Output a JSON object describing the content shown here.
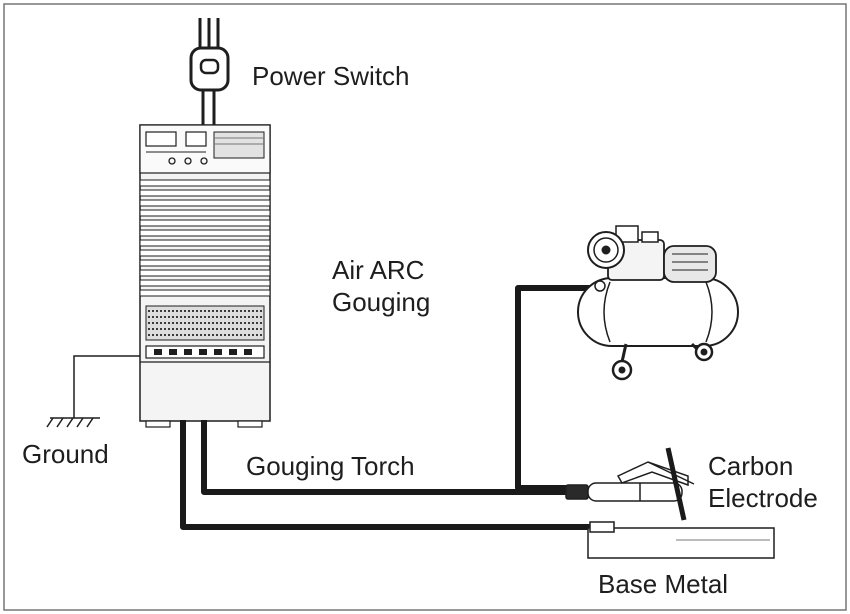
{
  "labels": {
    "power_switch": "Power Switch",
    "air_arc": "Air ARC",
    "gouging": "Gouging",
    "ground": "Ground",
    "gouging_torch": "Gouging Torch",
    "carbon": "Carbon",
    "electrode": "Electrode",
    "base_metal": "Base Metal"
  },
  "colors": {
    "line": "#1e1e1e",
    "cable": "#1a1a1a",
    "machine_fill": "#f4f4f4",
    "vent": "#3a3a3a"
  }
}
